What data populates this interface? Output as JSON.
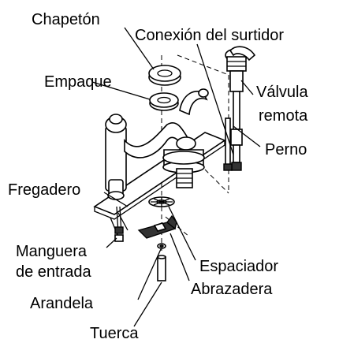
{
  "labels": {
    "chapeton": "Chapetón",
    "conexion": "Conexión del surtidor",
    "empaque": "Empaque",
    "valvula_1": "Válvula",
    "valvula_2": "remota",
    "perno": "Perno",
    "fregadero": "Fregadero",
    "manguera_1": "Manguera",
    "manguera_2": "de entrada",
    "espaciador": "Espaciador",
    "abrazadera": "Abrazadera",
    "arandela": "Arandela",
    "tuerca": "Tuerca"
  }
}
